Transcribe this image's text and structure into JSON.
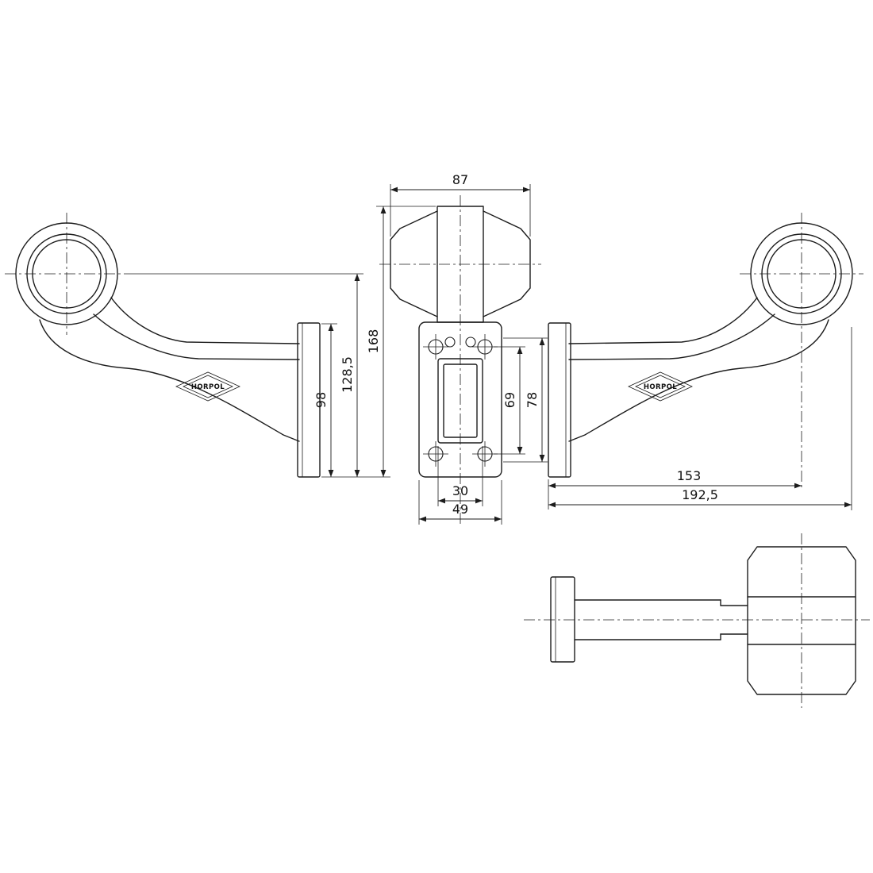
{
  "drawing": {
    "brand_label": "HORPOL",
    "dims": {
      "head_width": "87",
      "overall_height": "168",
      "center_height": "128,5",
      "bracket_height": "98",
      "hole_spacing_inner": "69",
      "hole_spacing_outer": "78",
      "slot_width": "30",
      "bracket_width": "49",
      "center_length": "153",
      "overall_length": "192,5"
    }
  }
}
